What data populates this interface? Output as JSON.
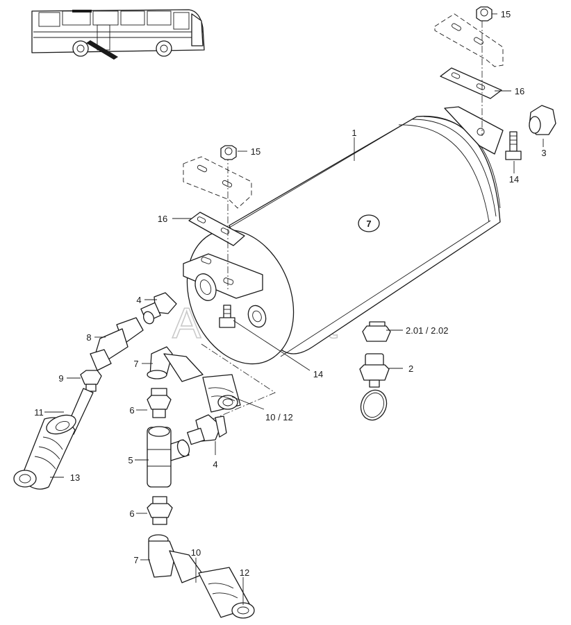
{
  "diagram": {
    "watermark": "AutoSoft",
    "circled_label": "7",
    "callouts": [
      {
        "id": "c-1",
        "text": "1"
      },
      {
        "id": "c-2",
        "text": "2"
      },
      {
        "id": "c-201",
        "text": "2.01 / 2.02"
      },
      {
        "id": "c-3",
        "text": "3"
      },
      {
        "id": "c-4a",
        "text": "4"
      },
      {
        "id": "c-4b",
        "text": "4"
      },
      {
        "id": "c-5",
        "text": "5"
      },
      {
        "id": "c-6a",
        "text": "6"
      },
      {
        "id": "c-6b",
        "text": "6"
      },
      {
        "id": "c-7a",
        "text": "7"
      },
      {
        "id": "c-7b",
        "text": "7"
      },
      {
        "id": "c-8",
        "text": "8"
      },
      {
        "id": "c-9",
        "text": "9"
      },
      {
        "id": "c-10",
        "text": "10"
      },
      {
        "id": "c-1012",
        "text": "10 / 12"
      },
      {
        "id": "c-11",
        "text": "11"
      },
      {
        "id": "c-12",
        "text": "12"
      },
      {
        "id": "c-13",
        "text": "13"
      },
      {
        "id": "c-14a",
        "text": "14"
      },
      {
        "id": "c-14b",
        "text": "14"
      },
      {
        "id": "c-15a",
        "text": "15"
      },
      {
        "id": "c-15b",
        "text": "15"
      },
      {
        "id": "c-16a",
        "text": "16"
      },
      {
        "id": "c-16b",
        "text": "16"
      }
    ]
  }
}
